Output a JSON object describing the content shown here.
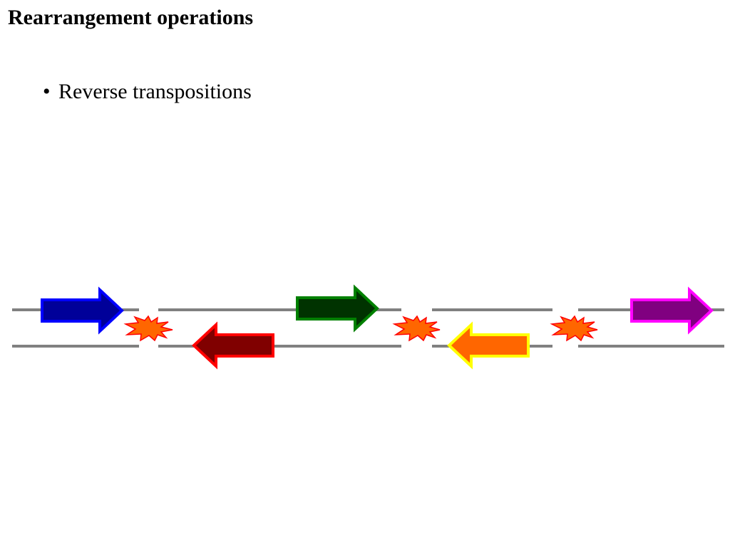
{
  "slide": {
    "title": "Rearrangement operations",
    "bullet_symbol": "•",
    "bullet_text": "Reverse transpositions"
  },
  "diagram": {
    "strand_color": "#808080",
    "breakpoint_color": "#ff6600",
    "breakpoint_outline": "#ff0000",
    "segments": [
      {
        "name": "blue",
        "direction": "right",
        "fill": "#000099",
        "stroke": "#0000ff"
      },
      {
        "name": "red",
        "direction": "left",
        "fill": "#800000",
        "stroke": "#ff0000"
      },
      {
        "name": "green",
        "direction": "right",
        "fill": "#003300",
        "stroke": "#008000"
      },
      {
        "name": "orange",
        "direction": "left",
        "fill": "#ff6600",
        "stroke": "#ffff00"
      },
      {
        "name": "purple",
        "direction": "right",
        "fill": "#800080",
        "stroke": "#ff00ff"
      }
    ]
  }
}
